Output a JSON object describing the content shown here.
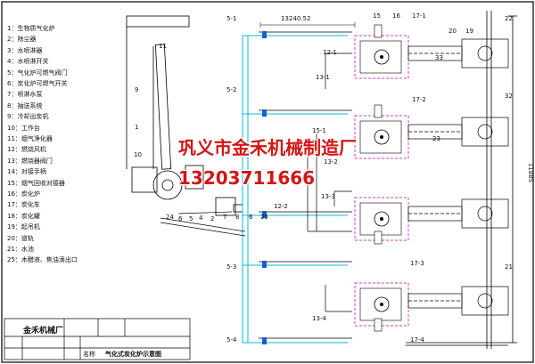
{
  "legend": [
    "1：生物质气化炉",
    "2：除尘器",
    "3：水喷淋器",
    "4：水喷淋开关",
    "5：气化炉可燃气阀门",
    "6：炭化炉可燃气开关",
    "7：喷淋水泵",
    "8：抽送系统",
    "9：冷却出炭机",
    "10：工作台",
    "11：烟气净化器",
    "12：燃烧风机",
    "13：燃烧器阀门",
    "14：对接手柄",
    "15：烟气回收对接器",
    "16：炭化炉",
    "17：炭化车",
    "18：炭化罐",
    "19：起吊机",
    "20：道轨",
    "21：水池",
    "25：木醋液、焦油滴出口"
  ],
  "dimensions": {
    "total_width": "13240.52",
    "height": "11885"
  },
  "part_labels": {
    "l1": "1",
    "l2": "2",
    "l4": "4",
    "l5": "5",
    "l6": "6",
    "l7": "7",
    "l8": "8",
    "l9": "9",
    "l10": "10",
    "l11": "11",
    "l24": "24",
    "l25": "25",
    "l6b": "6",
    "l5_1": "5-1",
    "l5_2": "5-2",
    "l5_3": "5-3",
    "l5_4": "5-4",
    "l12_1": "12-1",
    "l12_2": "12-2",
    "l13_1": "13-1",
    "l13_2": "13-2",
    "l13_3": "13-3",
    "l13_4": "13-4",
    "l15_1": "15-1",
    "l17_1": "17-1",
    "l17_2": "17-2",
    "l17_3": "17-3",
    "l17_4": "17-4",
    "l15": "15",
    "l16": "16",
    "l20": "20",
    "l19": "19",
    "l21": "21",
    "l22": "22",
    "l23": "23",
    "l33": "33",
    "l32": "32"
  },
  "watermark": {
    "company": "巩义市金禾机械制造厂",
    "phone": "13203711666"
  },
  "title_block": {
    "company": "金禾机械厂",
    "drawing_title": "气化式炭化炉示意图",
    "name_label": "名称"
  }
}
